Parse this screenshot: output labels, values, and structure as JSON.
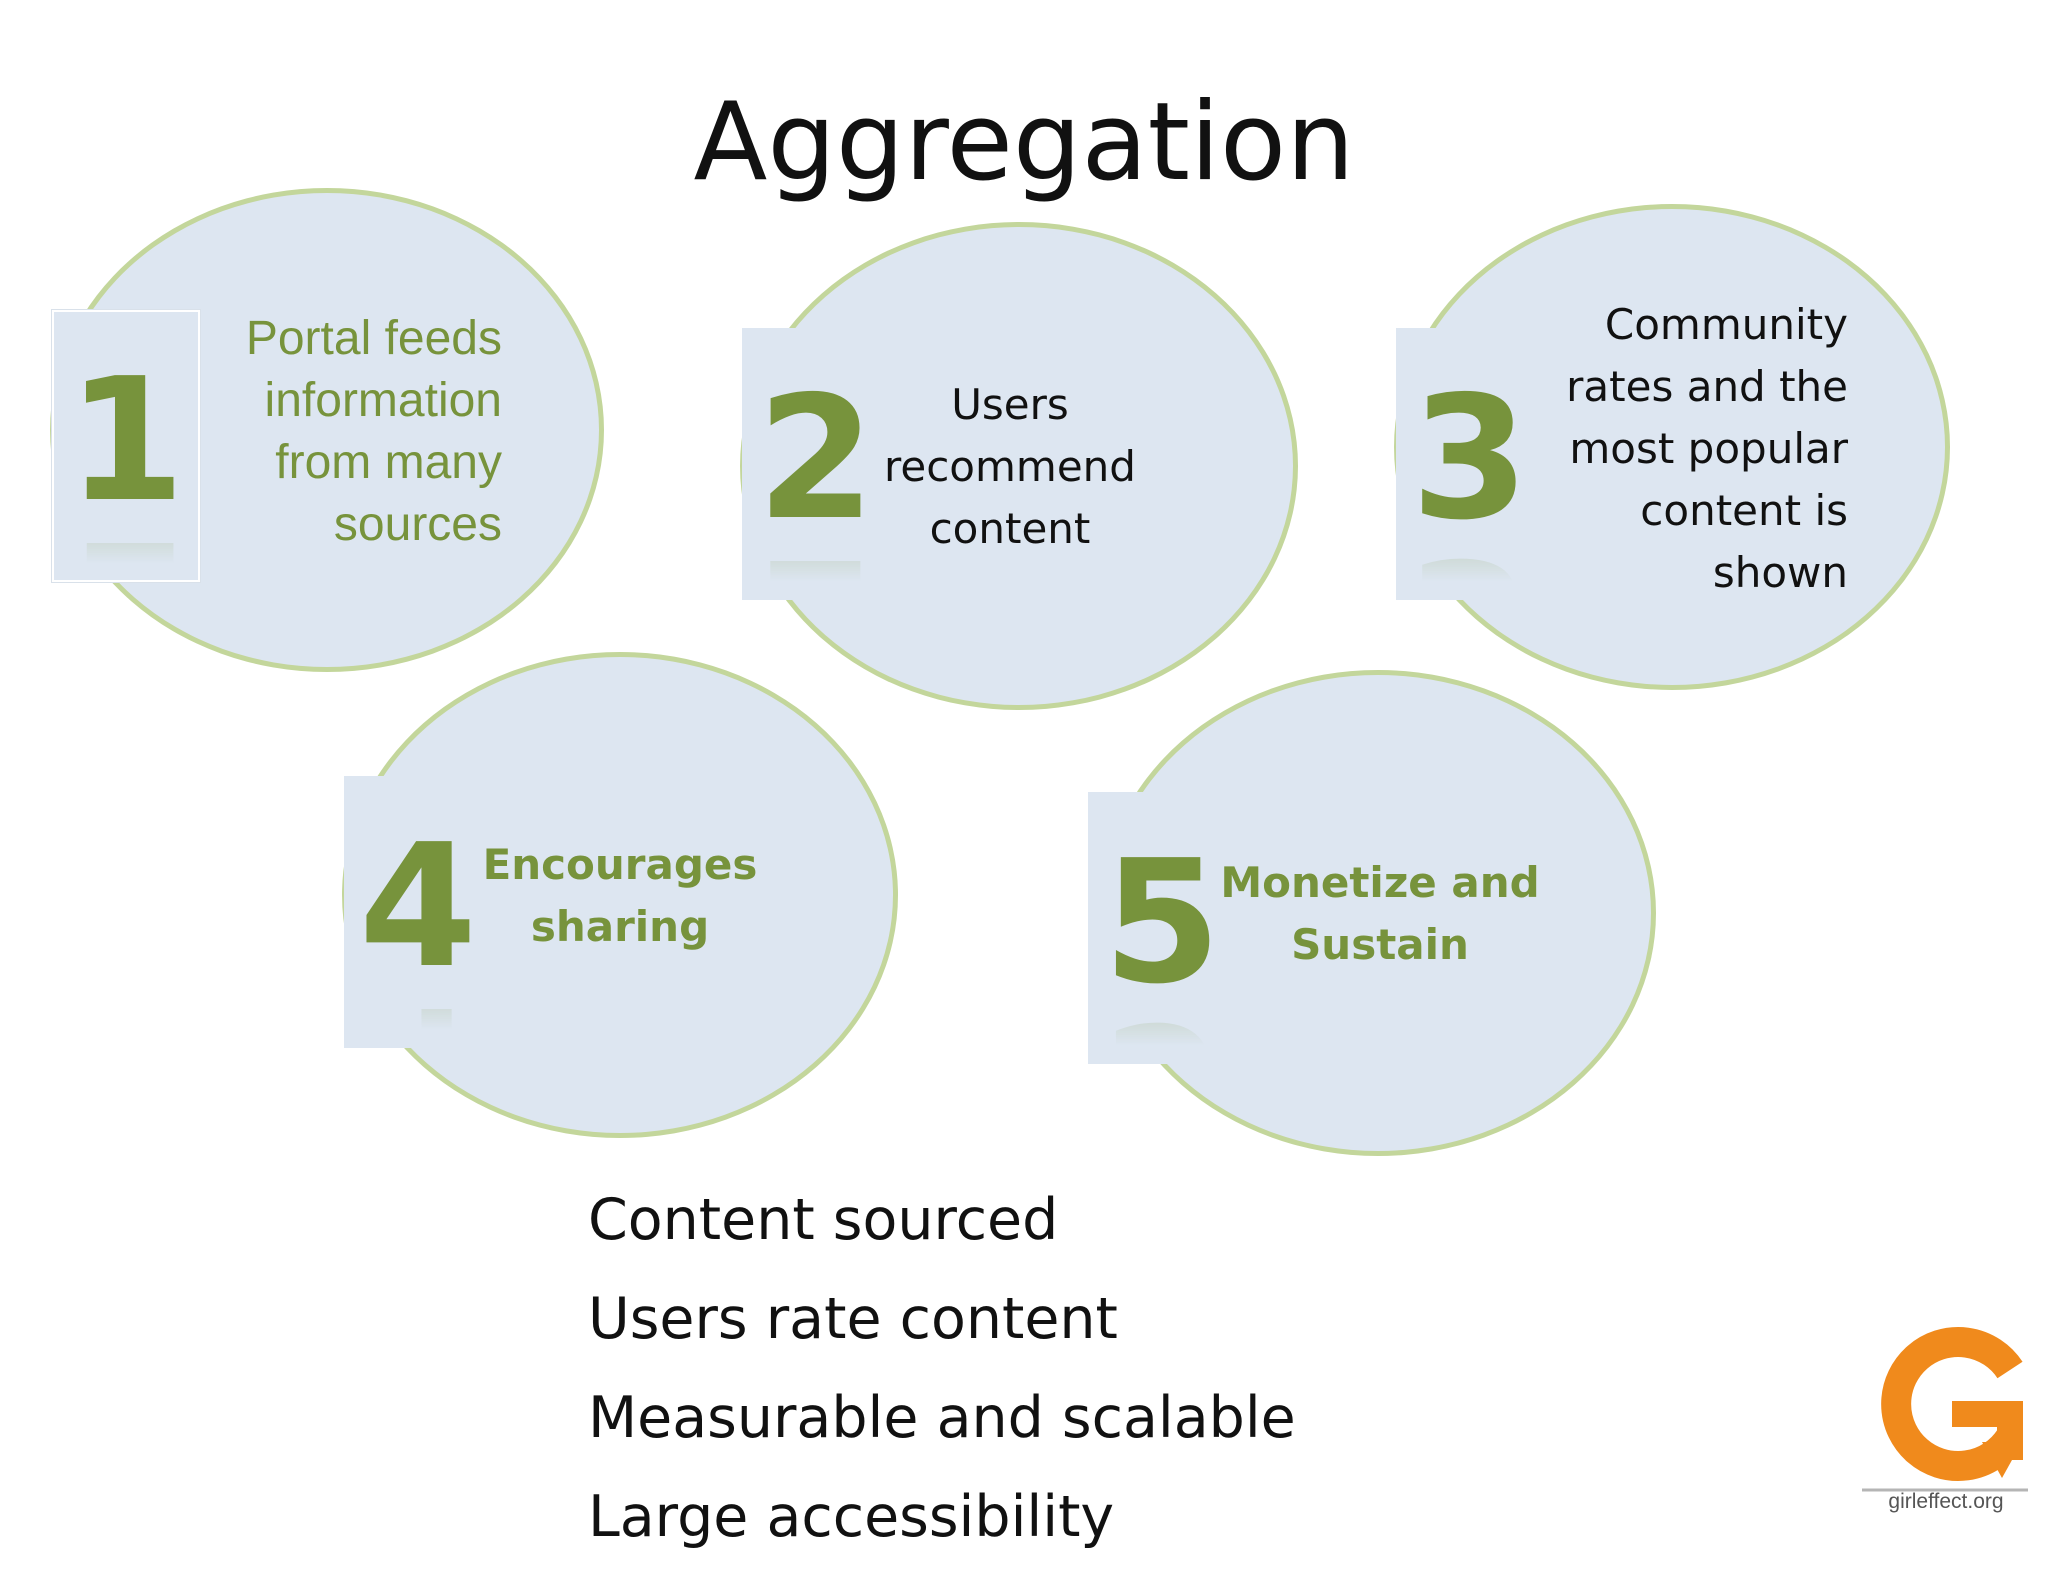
{
  "title": "Aggregation",
  "steps": [
    {
      "number": "1",
      "lines": [
        "Portal feeds",
        "information",
        "from many",
        "sources"
      ]
    },
    {
      "number": "2",
      "lines": [
        "Users",
        "recommend",
        "content"
      ]
    },
    {
      "number": "3",
      "lines": [
        "Community",
        "rates and the",
        "most popular",
        "content is",
        "shown"
      ]
    },
    {
      "number": "4",
      "lines": [
        "Encourages",
        "sharing"
      ]
    },
    {
      "number": "5",
      "lines": [
        "Monetize and",
        "Sustain"
      ]
    }
  ],
  "bullets": [
    "Content sourced",
    "Users rate content",
    "Measurable and scalable",
    "Large accessibility"
  ],
  "logo": {
    "text": "girleffect.org",
    "icon": "girl-effect-g-logo-icon"
  },
  "colors": {
    "accent_green": "#77933c",
    "ellipse_fill": "#dde6f1",
    "ellipse_border": "#c3d69b",
    "logo_orange": "#f08a1c"
  }
}
